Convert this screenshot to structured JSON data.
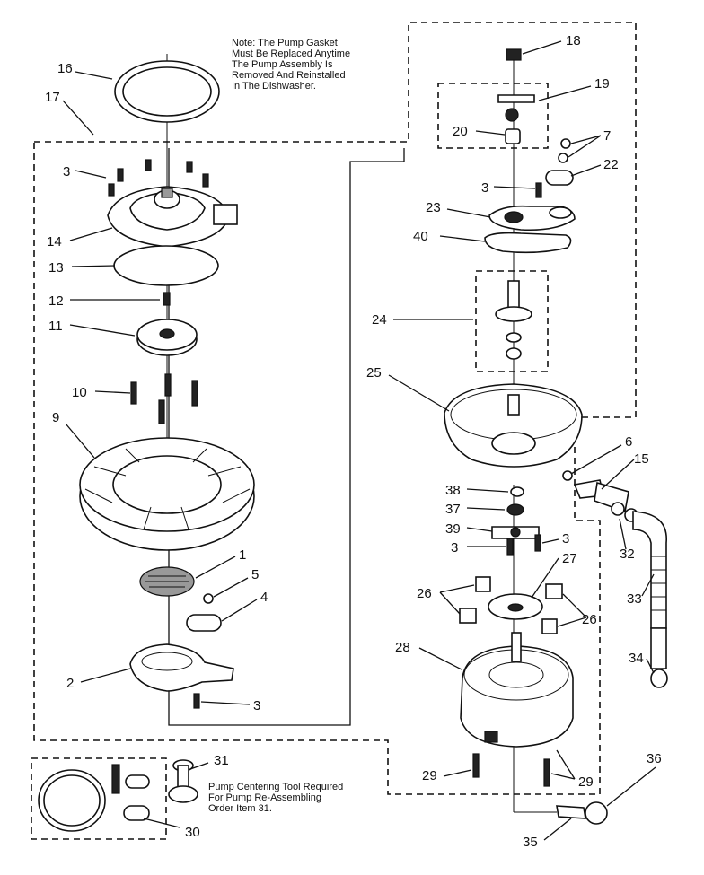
{
  "notes": {
    "gasket": "Note: The Pump Gasket\nMust Be Replaced Anytime\nThe Pump Assembly Is\nRemoved And Reinstalled\nIn The Dishwasher.",
    "centering_tool": "Pump Centering Tool Required\nFor Pump Re-Assembling\nOrder Item 31."
  },
  "callouts": {
    "c16": "16",
    "c17": "17",
    "c3a": "3",
    "c14": "14",
    "c13": "13",
    "c12": "12",
    "c11": "11",
    "c10": "10",
    "c9": "9",
    "c1": "1",
    "c5": "5",
    "c4": "4",
    "c2": "2",
    "c3b": "3",
    "c31": "31",
    "c30": "30",
    "c18": "18",
    "c19": "19",
    "c20": "20",
    "c7": "7",
    "c22": "22",
    "c3c": "3",
    "c23": "23",
    "c40": "40",
    "c24": "24",
    "c25": "25",
    "c6": "6",
    "c15": "15",
    "c38": "38",
    "c37": "37",
    "c39": "39",
    "c3d": "3",
    "c3e": "3",
    "c32": "32",
    "c27": "27",
    "c26a": "26",
    "c26b": "26",
    "c33": "33",
    "c28": "28",
    "c34": "34",
    "c36": "36",
    "c29a": "29",
    "c29b": "29",
    "c35": "35"
  }
}
